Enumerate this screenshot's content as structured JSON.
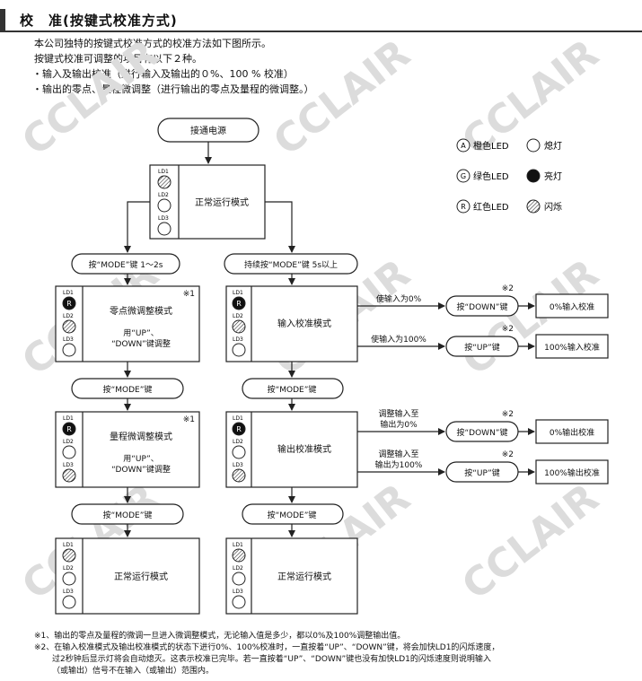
{
  "title": "校　准(按键式校准方式)",
  "intro": {
    "line1": "本公司独特的按键式校准方式的校准方法如下图所示。",
    "line2": "按键式校准可调整的项目有以下２种。",
    "bullet1": "・输入及输出校准（进行输入及输出的０%、100 % 校准）",
    "bullet2": "・输出的零点、量程微调整（进行输出的零点及量程的微调整。）"
  },
  "watermark": "CCLAIR",
  "legend": {
    "orange_letter": "A",
    "orange": "橙色LED",
    "green_letter": "G",
    "green": "绿色LED",
    "red_letter": "R",
    "red": "红色LED",
    "off": "熄灯",
    "on": "亮灯",
    "blink": "闪烁"
  },
  "led": {
    "ld1": "LD1",
    "ld2": "LD2",
    "ld3": "LD3",
    "r": "R"
  },
  "flow": {
    "power_on": "接通电源",
    "normal_mode": "正常运行模式",
    "mode_short": "按“MODE”键 1〜2s",
    "mode_long": "持续按“MODE”键 5s以上",
    "zero_mode": "零点微调整模式",
    "span_mode": "量程微调整模式",
    "adjust_1": "用“UP”、",
    "adjust_2": "“DOWN”键调整",
    "press_mode": "按“MODE”键",
    "input_cal_mode": "输入校准模式",
    "output_cal_mode": "输出校准模式",
    "input_0": "使输入为0%",
    "input_100": "使输入为100%",
    "adj_out_0_1": "调整输入至",
    "adj_out_0_2": "输出为0%",
    "adj_out_100_1": "调整输入至",
    "adj_out_100_2": "输出为100%",
    "press_down": "按“DOWN”键",
    "press_up": "按“UP”键",
    "in_cal_0": "0%输入校准",
    "in_cal_100": "100%输入校准",
    "out_cal_0": "0%输出校准",
    "out_cal_100": "100%输出校准",
    "note_mark_1": "※1",
    "note_mark_2": "※2"
  },
  "notes": {
    "n1": "※1、输出的零点及量程的微调一旦进入微调整模式，无论输入值是多少，都以0%及100%调整输出值。",
    "n2_1": "※2、在输入校准模式及输出校准模式的状态下进行0%、100%校准时，一直按着“UP”、“DOWN”键，将会加快LD1的闪烁速度，",
    "n2_2": "过2秒钟后显示灯将会自动熄灭。这表示校准已完毕。若一直按着“UP”、“DOWN”键也没有加快LD1的闪烁速度则说明输入",
    "n2_3": "（或输出）信号不在输入（或输出）范围内。"
  }
}
